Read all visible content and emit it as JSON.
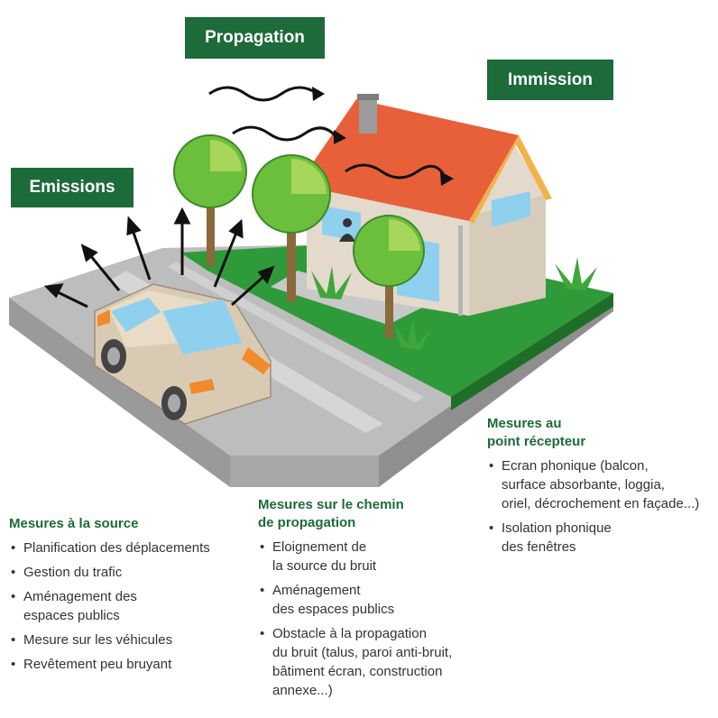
{
  "labels": {
    "propagation": "Propagation",
    "emissions": "Emissions",
    "immission": "Immission"
  },
  "source": {
    "title": "Mesures à la source",
    "items": [
      "Planification des déplacements",
      "Gestion du trafic",
      "Aménagement des\nespaces publics",
      "Mesure sur les véhicules",
      "Revêtement peu bruyant"
    ]
  },
  "chemin": {
    "title": "Mesures sur le chemin\nde propagation",
    "items": [
      "Eloignement de\nla source du bruit",
      "Aménagement\ndes espaces publics",
      "Obstacle à la propagation\ndu bruit (talus, paroi anti-bruit,\nbâtiment écran, construction\nannexe...)"
    ]
  },
  "recepteur": {
    "title": "Mesures au\npoint récepteur",
    "items": [
      "Ecran phonique (balcon,\nsurface absorbante, loggia,\noriel, décrochement en façade...)",
      "Isolation phonique\ndes fenêtres"
    ]
  },
  "colors": {
    "label_bg": "#1d6a3a",
    "heading": "#1d6a3a",
    "grass": "#2f9a3a",
    "road": "#b9b9b9",
    "roof": "#e8603a",
    "wall": "#e2d8c8",
    "tree": "#6cbf3c",
    "car": "#d9cbb3"
  },
  "icons": [
    "car-icon",
    "house-icon",
    "tree-icon",
    "arrow-icon",
    "wave-arrow-icon",
    "person-icon",
    "plant-icon"
  ]
}
